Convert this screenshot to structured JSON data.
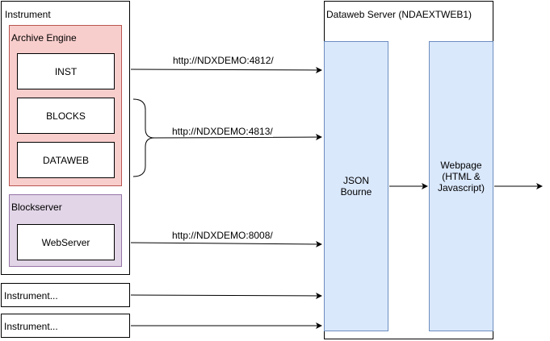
{
  "instrument": {
    "title": "Instrument",
    "archive_engine": {
      "title": "Archive Engine",
      "items": [
        "INST",
        "BLOCKS",
        "DATAWEB"
      ]
    },
    "blockserver": {
      "title": "Blockserver",
      "item": "WebServer"
    }
  },
  "other_instruments": [
    "Instrument...",
    "Instrument..."
  ],
  "server": {
    "title": "Dataweb Server (NDAEXTWEB1)",
    "json_bourne": "JSON\nBourne",
    "webpage": "Webpage\n(HTML &\nJavascript)"
  },
  "connections": {
    "inst": "http://NDXDEMO:4812/",
    "blocks_dataweb": "http://NDXDEMO:4813/",
    "webserver": "http://NDXDEMO:8008/"
  }
}
